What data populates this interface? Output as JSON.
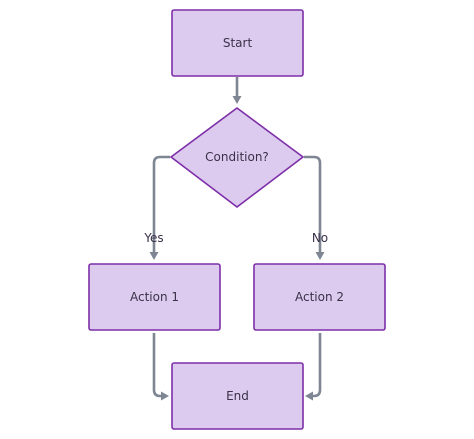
{
  "diagram": {
    "type": "flowchart",
    "colors": {
      "node_fill": "#dccbef",
      "node_stroke": "#7d2fa8",
      "edge": "#7e8593",
      "text": "#3a3148"
    },
    "nodes": {
      "start": {
        "label": "Start",
        "shape": "rectangle"
      },
      "condition": {
        "label": "Condition?",
        "shape": "diamond"
      },
      "action1": {
        "label": "Action 1",
        "shape": "rectangle"
      },
      "action2": {
        "label": "Action 2",
        "shape": "rectangle"
      },
      "end": {
        "label": "End",
        "shape": "rectangle"
      }
    },
    "edges": {
      "start_to_condition": {
        "from": "start",
        "to": "condition",
        "label": ""
      },
      "condition_to_action1": {
        "from": "condition",
        "to": "action1",
        "label": "Yes"
      },
      "condition_to_action2": {
        "from": "condition",
        "to": "action2",
        "label": "No"
      },
      "action1_to_end": {
        "from": "action1",
        "to": "end",
        "label": ""
      },
      "action2_to_end": {
        "from": "action2",
        "to": "end",
        "label": ""
      }
    }
  }
}
